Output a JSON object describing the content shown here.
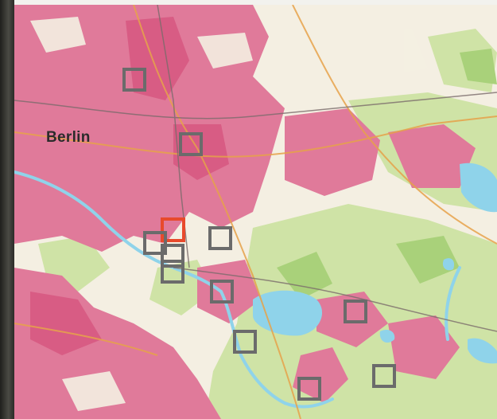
{
  "map": {
    "city_label": "Berlin"
  },
  "colors": {
    "urban": "#e07a9a",
    "urban_dense": "#d85c84",
    "forest": "#cfe3a6",
    "forest_dark": "#a9d17a",
    "water": "#8fd3ea",
    "background": "#f4efe2",
    "road": "#e6a24a",
    "rail": "#7a6b6b",
    "marker": "#6b6b6b",
    "marker_selected": "#e84a2c"
  },
  "markers": [
    {
      "id": 1,
      "selected": false
    },
    {
      "id": 2,
      "selected": false
    },
    {
      "id": 3,
      "selected": true
    },
    {
      "id": 4,
      "selected": false
    },
    {
      "id": 5,
      "selected": false
    },
    {
      "id": 6,
      "selected": false
    },
    {
      "id": 7,
      "selected": false
    },
    {
      "id": 8,
      "selected": false
    },
    {
      "id": 9,
      "selected": false
    },
    {
      "id": 10,
      "selected": false
    },
    {
      "id": 11,
      "selected": false
    },
    {
      "id": 12,
      "selected": false
    }
  ]
}
